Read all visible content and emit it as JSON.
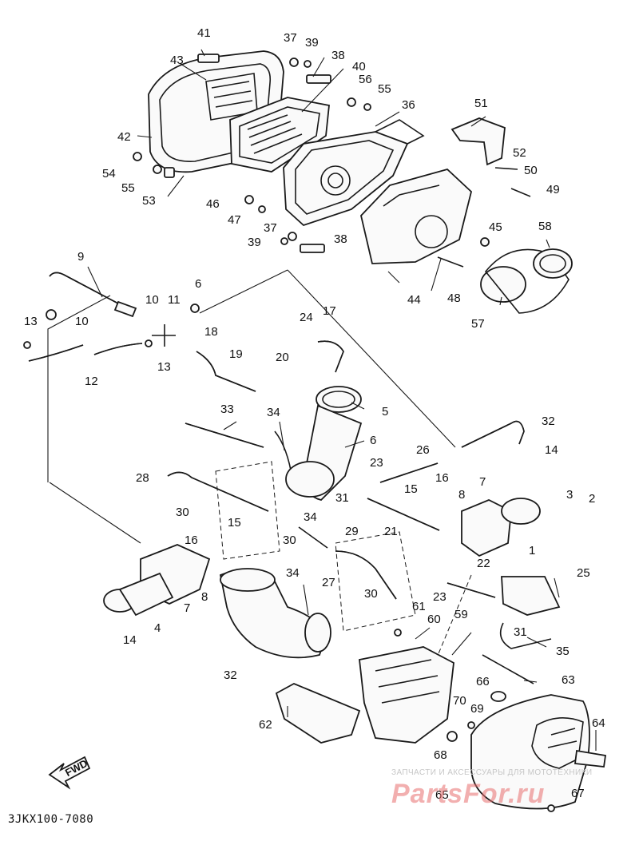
{
  "diagram": {
    "part_code": "3JKX100-7080",
    "fwd_label": "FWD",
    "watermark_small": "ЗАПЧАСТИ И АКСЕССУАРЫ ДЛЯ МОТОТЕХНИКИ",
    "watermark_big": "PartsFor.ru",
    "callouts": [
      "41",
      "43",
      "37",
      "39",
      "38",
      "40",
      "56",
      "55",
      "36",
      "51",
      "42",
      "54",
      "55",
      "53",
      "46",
      "47",
      "52",
      "50",
      "49",
      "37",
      "39",
      "38",
      "45",
      "58",
      "9",
      "6",
      "10",
      "11",
      "18",
      "17",
      "13",
      "10",
      "44",
      "48",
      "57",
      "13",
      "12",
      "19",
      "20",
      "24",
      "33",
      "34",
      "5",
      "32",
      "6",
      "14",
      "28",
      "23",
      "26",
      "15",
      "16",
      "8",
      "7",
      "3",
      "2",
      "31",
      "30",
      "15",
      "34",
      "29",
      "21",
      "16",
      "30",
      "1",
      "22",
      "25",
      "34",
      "27",
      "23",
      "30",
      "61",
      "60",
      "59",
      "14",
      "4",
      "7",
      "8",
      "31",
      "35",
      "63",
      "32",
      "66",
      "70",
      "69",
      "62",
      "64",
      "68",
      "65",
      "67"
    ]
  }
}
